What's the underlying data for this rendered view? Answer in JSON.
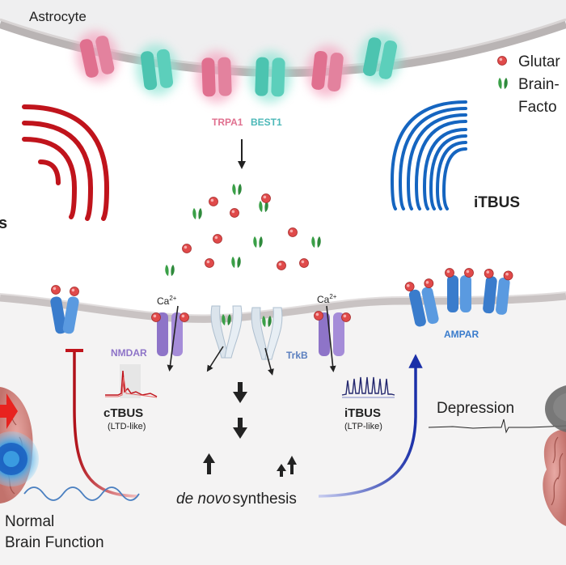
{
  "labels": {
    "astrocyte": "Astrocyte",
    "trpa1": "TRPA1",
    "best1": "BEST1",
    "legend_glutamate": "Glutar",
    "legend_bdnf_line1": "Brain-",
    "legend_bdnf_line2": "Facto",
    "itbus_wave": "iTBUS",
    "left_wave_fragment": "s",
    "ca_left": "Ca",
    "ca_right": "Ca",
    "ca_superscript": "2+",
    "nmdar": "NMDAR",
    "trkb": "TrkB",
    "ampar": "AMPAR",
    "ctbus": "cTBUS",
    "ctbus_sub": "(LTD-like)",
    "itbus": "iTBUS",
    "itbus_sub": "(LTP-like)",
    "depression": "Depression",
    "de_novo": "de novo",
    "synthesis": "synthesis",
    "normal_line1": "Normal",
    "normal_line2": "Brain Function"
  },
  "colors": {
    "astrocyte_membrane": "#b9b4b4",
    "trpa1_channel": "#e0708f",
    "best1_channel": "#4cc4b0",
    "glutamate": "#e04a4a",
    "bdnf": "#3aa047",
    "ctbus_wave": "#c0141c",
    "itbus_wave": "#1565c0",
    "nmdar": "#8e74c8",
    "ampar": "#3a7ccc",
    "trkb": "#dbe4ec",
    "inhibition_arrow": "#c0141c",
    "activation_arrow": "#1a2fa8"
  },
  "icons": [
    "glutamate-dot-icon",
    "bdnf-icon",
    "trpa1-channel-icon",
    "best1-channel-icon",
    "nmdar-receptor-icon",
    "ampar-receptor-icon",
    "trkb-receptor-icon",
    "brain-icon",
    "ultrasound-wave-icon"
  ]
}
